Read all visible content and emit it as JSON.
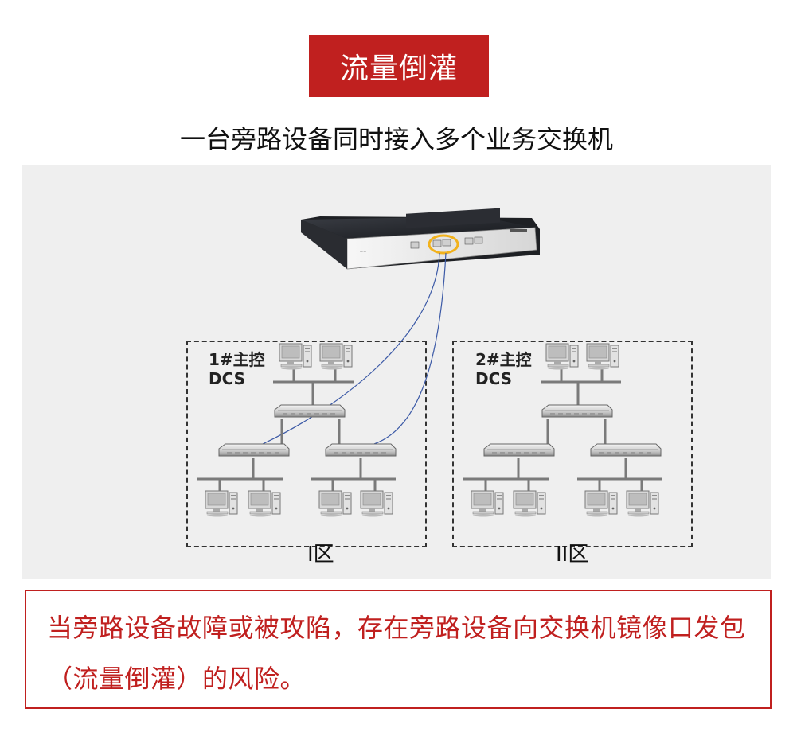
{
  "header": {
    "title": "流量倒灌",
    "subtitle": "一台旁路设备同时接入多个业务交换机"
  },
  "diagram": {
    "zones": [
      {
        "name_line1": "1#主控",
        "name_line2": "DCS",
        "label": "I区"
      },
      {
        "name_line1": "2#主控",
        "name_line2": "DCS",
        "label": "II区"
      }
    ],
    "colors": {
      "title_bg": "#c0201f",
      "warning": "#c0201f",
      "cable": "#3b59a6",
      "highlight": "#f2b21c",
      "panel_bg": "#efefef"
    },
    "icons": [
      "bypass-appliance-icon",
      "switch-icon",
      "computer-icon",
      "port-highlight-icon"
    ]
  },
  "warning": {
    "text": "当旁路设备故障或被攻陷，存在旁路设备向交换机镜像口发包（流量倒灌）的风险。"
  }
}
